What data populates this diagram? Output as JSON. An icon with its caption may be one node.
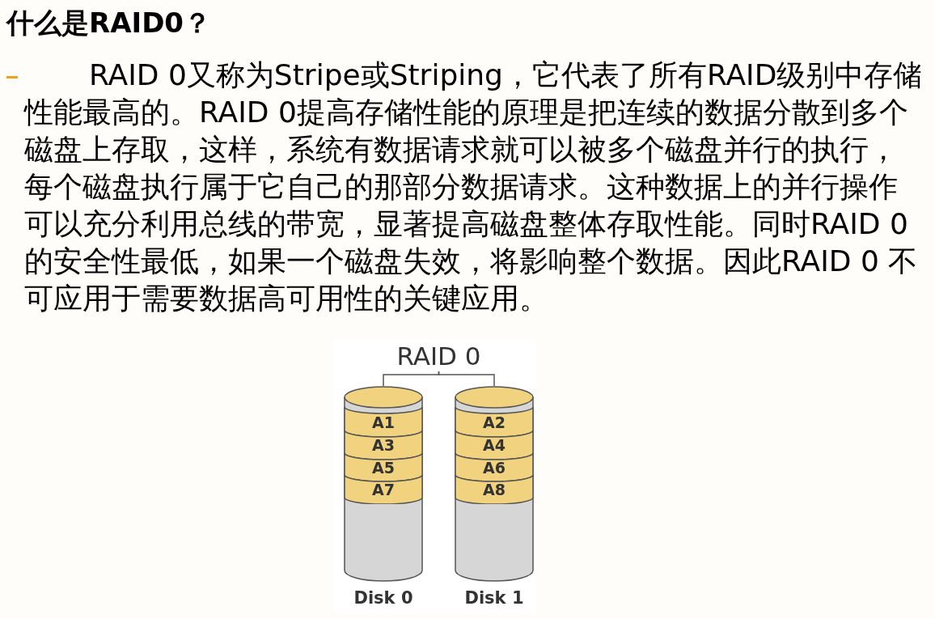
{
  "diagram": {
    "title": "什么是RAID0？",
    "nodes": [
      {
        "text": [
          "RAID 0"
        ]
      },
      {
        "text": [
          "Disk 0"
        ]
      },
      {
        "text": [
          "A1"
        ],
        "in": 1
      },
      {
        "text": [
          "A3"
        ],
        "in": 1
      },
      {
        "text": [
          "A5"
        ],
        "in": 1
      },
      {
        "text": [
          "A7"
        ],
        "in": 1
      },
      {
        "text": [
          "Disk 1"
        ]
      },
      {
        "text": [
          "A2"
        ],
        "in": 6
      },
      {
        "text": [
          "A4"
        ],
        "in": 6
      },
      {
        "text": [
          "A6"
        ],
        "in": 6
      },
      {
        "text": [
          "A8"
        ],
        "in": 6
      }
    ],
    "edges": [
      {
        "from": 0,
        "to": 1,
        "arrow": "none"
      },
      {
        "from": 0,
        "to": 6,
        "arrow": "none"
      }
    ],
    "labels": [
      "RAID 0又称为Stripe或Striping，它代表了所有RAID级别中存储性能最高的。RAID 0提高存储性能的原理是把连续的数据分散到多个磁盘上存取，这样，系统有数据请求就可以被多个磁盘并行的执行，每个磁盘执行属于它自己的那部分数据请求。这种数据上的并行操作可以充分利用总线的带宽，显著提高磁盘整体存取性能。同时RAID 0的安全性最低，如果一个磁盘失效，将影响整个数据。因此RAID 0 不可应用于需要数据高可用性的关键应用。"
    ]
  }
}
